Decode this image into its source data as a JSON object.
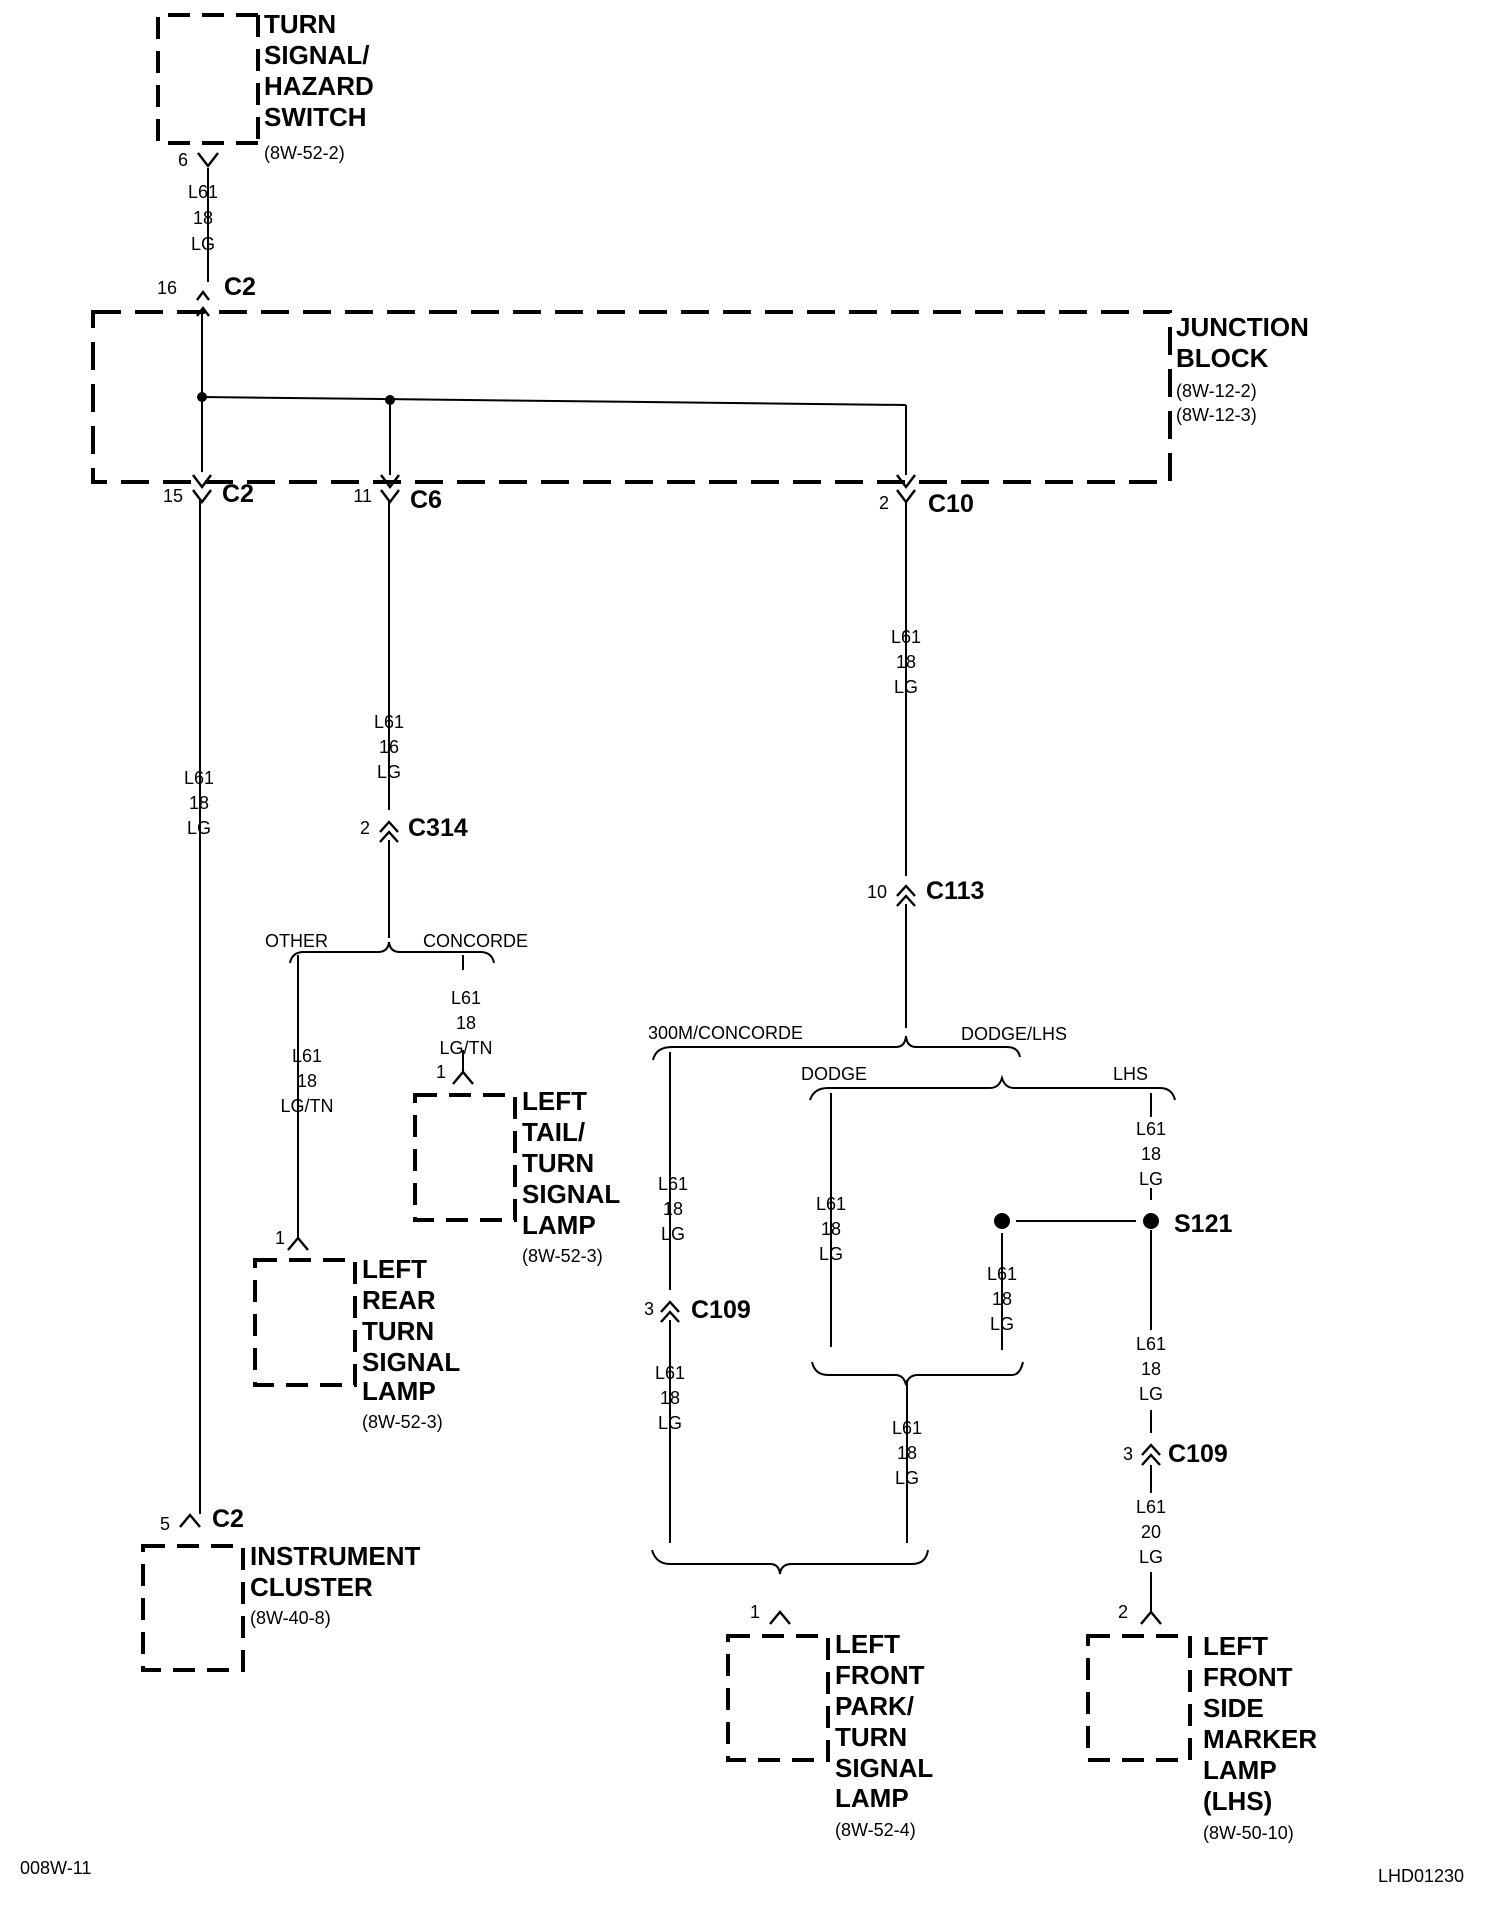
{
  "components": {
    "turn_signal_switch": {
      "lines": [
        "TURN",
        "SIGNAL/",
        "HAZARD",
        "SWITCH"
      ],
      "ref": "(8W-52-2)"
    },
    "junction_block": {
      "lines": [
        "JUNCTION",
        "BLOCK"
      ],
      "refs": [
        "(8W-12-2)",
        "(8W-12-3)"
      ]
    },
    "instrument_cluster": {
      "lines": [
        "INSTRUMENT",
        "CLUSTER"
      ],
      "ref": "(8W-40-8)"
    },
    "left_rear_turn_lamp": {
      "lines": [
        "LEFT",
        "REAR",
        "TURN",
        "SIGNAL",
        "LAMP"
      ],
      "ref": "(8W-52-3)"
    },
    "left_tail_turn_lamp": {
      "lines": [
        "LEFT",
        "TAIL/",
        "TURN",
        "SIGNAL",
        "LAMP"
      ],
      "ref": "(8W-52-3)"
    },
    "left_front_park_turn_lamp": {
      "lines": [
        "LEFT",
        "FRONT",
        "PARK/",
        "TURN",
        "SIGNAL",
        "LAMP"
      ],
      "ref": "(8W-52-4)"
    },
    "left_front_side_marker_lamp": {
      "lines": [
        "LEFT",
        "FRONT",
        "SIDE",
        "MARKER",
        "LAMP",
        "(LHS)"
      ],
      "ref": "(8W-50-10)"
    }
  },
  "connectors": {
    "c2_switch": {
      "pin": "6"
    },
    "c2_jb_in": {
      "pin": "16",
      "name": "C2"
    },
    "c2_jb_out": {
      "pin": "15",
      "name": "C2"
    },
    "c6": {
      "pin": "11",
      "name": "C6"
    },
    "c10": {
      "pin": "2",
      "name": "C10"
    },
    "c314": {
      "pin": "2",
      "name": "C314"
    },
    "c113": {
      "pin": "10",
      "name": "C113"
    },
    "c109_a": {
      "pin": "3",
      "name": "C109"
    },
    "c109_b": {
      "pin": "3",
      "name": "C109"
    },
    "c2_cluster": {
      "pin": "5",
      "name": "C2"
    },
    "rear_lamp_pin": {
      "pin": "1"
    },
    "tail_lamp_pin": {
      "pin": "1"
    },
    "front_lamp_pin": {
      "pin": "1"
    },
    "marker_lamp_pin": {
      "pin": "2"
    },
    "s121": {
      "name": "S121"
    }
  },
  "wires": {
    "w_switch": [
      "L61",
      "18",
      "LG"
    ],
    "w_cluster": [
      "L61",
      "18",
      "LG"
    ],
    "w_c6": [
      "L61",
      "16",
      "LG"
    ],
    "w_c10": [
      "L61",
      "18",
      "LG"
    ],
    "w_rear": [
      "L61",
      "18",
      "LG/TN"
    ],
    "w_tail": [
      "L61",
      "18",
      "LG/TN"
    ],
    "w_300m_upper": [
      "L61",
      "18",
      "LG"
    ],
    "w_300m_lower": [
      "L61",
      "18",
      "LG"
    ],
    "w_dodge": [
      "L61",
      "18",
      "LG"
    ],
    "w_s121_drop": [
      "L61",
      "18",
      "LG"
    ],
    "w_lhs_upper": [
      "L61",
      "18",
      "LG"
    ],
    "w_lhs_mid": [
      "L61",
      "18",
      "LG"
    ],
    "w_lhs_lower": [
      "L61",
      "20",
      "LG"
    ],
    "w_front_merge": [
      "L61",
      "18",
      "LG"
    ]
  },
  "options": {
    "other": "OTHER",
    "concorde": "CONCORDE",
    "m300_concorde": "300M/CONCORDE",
    "dodge_lhs": "DODGE/LHS",
    "dodge": "DODGE",
    "lhs": "LHS"
  },
  "footer": {
    "left_code": "008W-11",
    "right_code": "LHD01230"
  }
}
